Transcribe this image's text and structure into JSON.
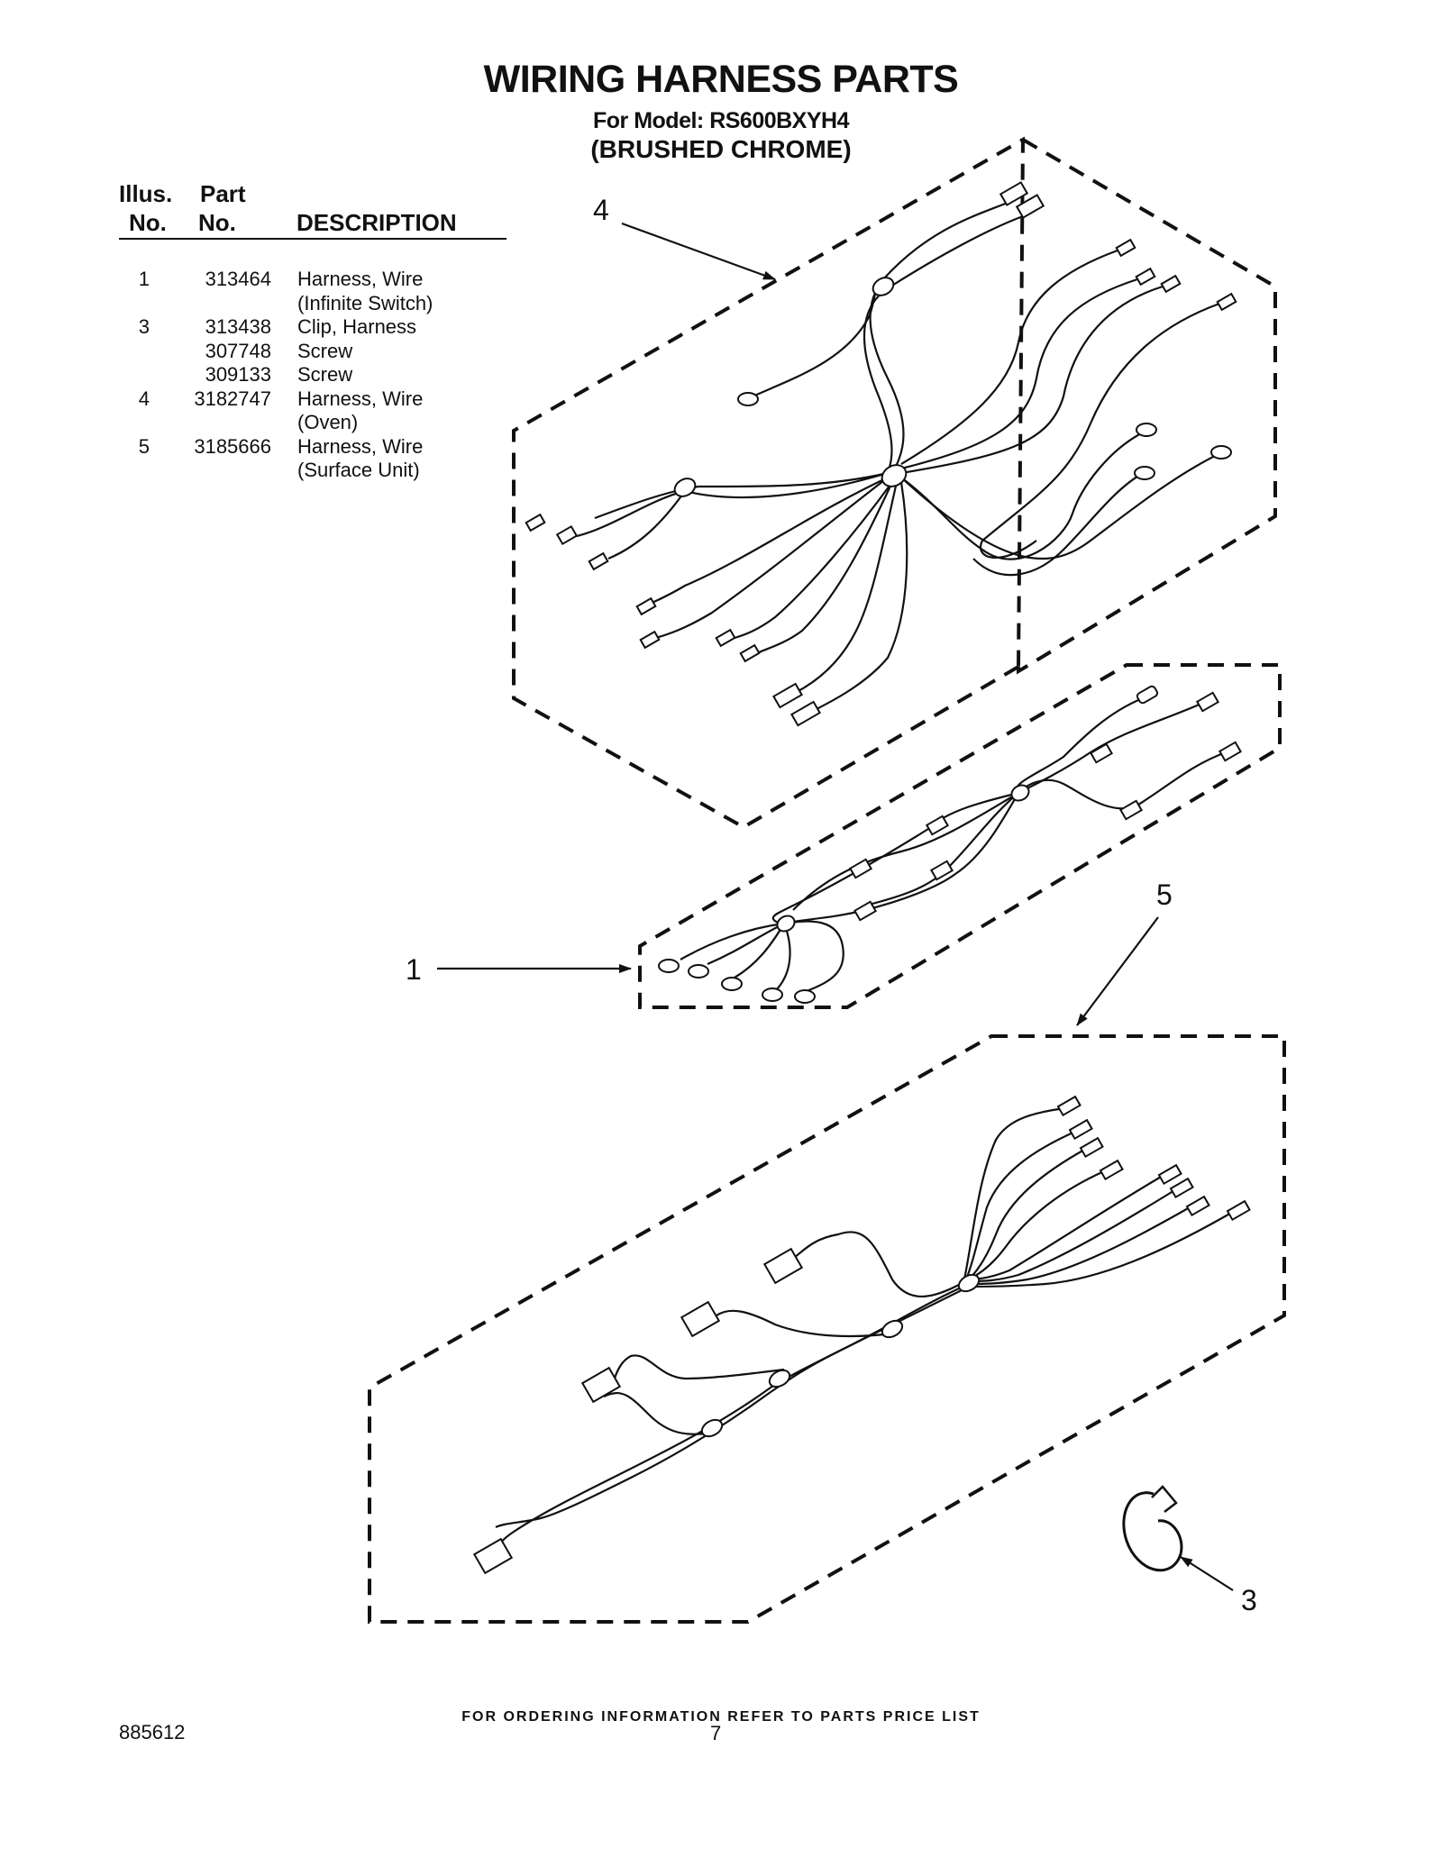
{
  "header": {
    "title": "WIRING HARNESS PARTS",
    "model": "For Model: RS600BXYH4",
    "finish": "(BRUSHED CHROME)"
  },
  "table_header": {
    "illus_line1": "Illus.",
    "illus_line2": "No.",
    "part_line1": "Part",
    "part_line2": "No.",
    "description": "DESCRIPTION"
  },
  "parts": [
    {
      "illus": "1",
      "part": "313464",
      "desc": "Harness, Wire"
    },
    {
      "illus": "",
      "part": "",
      "desc": "(Infinite Switch)"
    },
    {
      "illus": "3",
      "part": "313438",
      "desc": "Clip, Harness"
    },
    {
      "illus": "",
      "part": "307748",
      "desc": "Screw"
    },
    {
      "illus": "",
      "part": "309133",
      "desc": "Screw"
    },
    {
      "illus": "4",
      "part": "3182747",
      "desc": "Harness, Wire"
    },
    {
      "illus": "",
      "part": "",
      "desc": "(Oven)"
    },
    {
      "illus": "5",
      "part": "3185666",
      "desc": "Harness, Wire"
    },
    {
      "illus": "",
      "part": "",
      "desc": "(Surface Unit)"
    }
  ],
  "callouts": {
    "c4": "4",
    "c1": "1",
    "c5": "5",
    "c3": "3"
  },
  "footer": {
    "note": "FOR ORDERING INFORMATION REFER TO PARTS PRICE LIST",
    "doc_number": "885612",
    "page": "7"
  }
}
